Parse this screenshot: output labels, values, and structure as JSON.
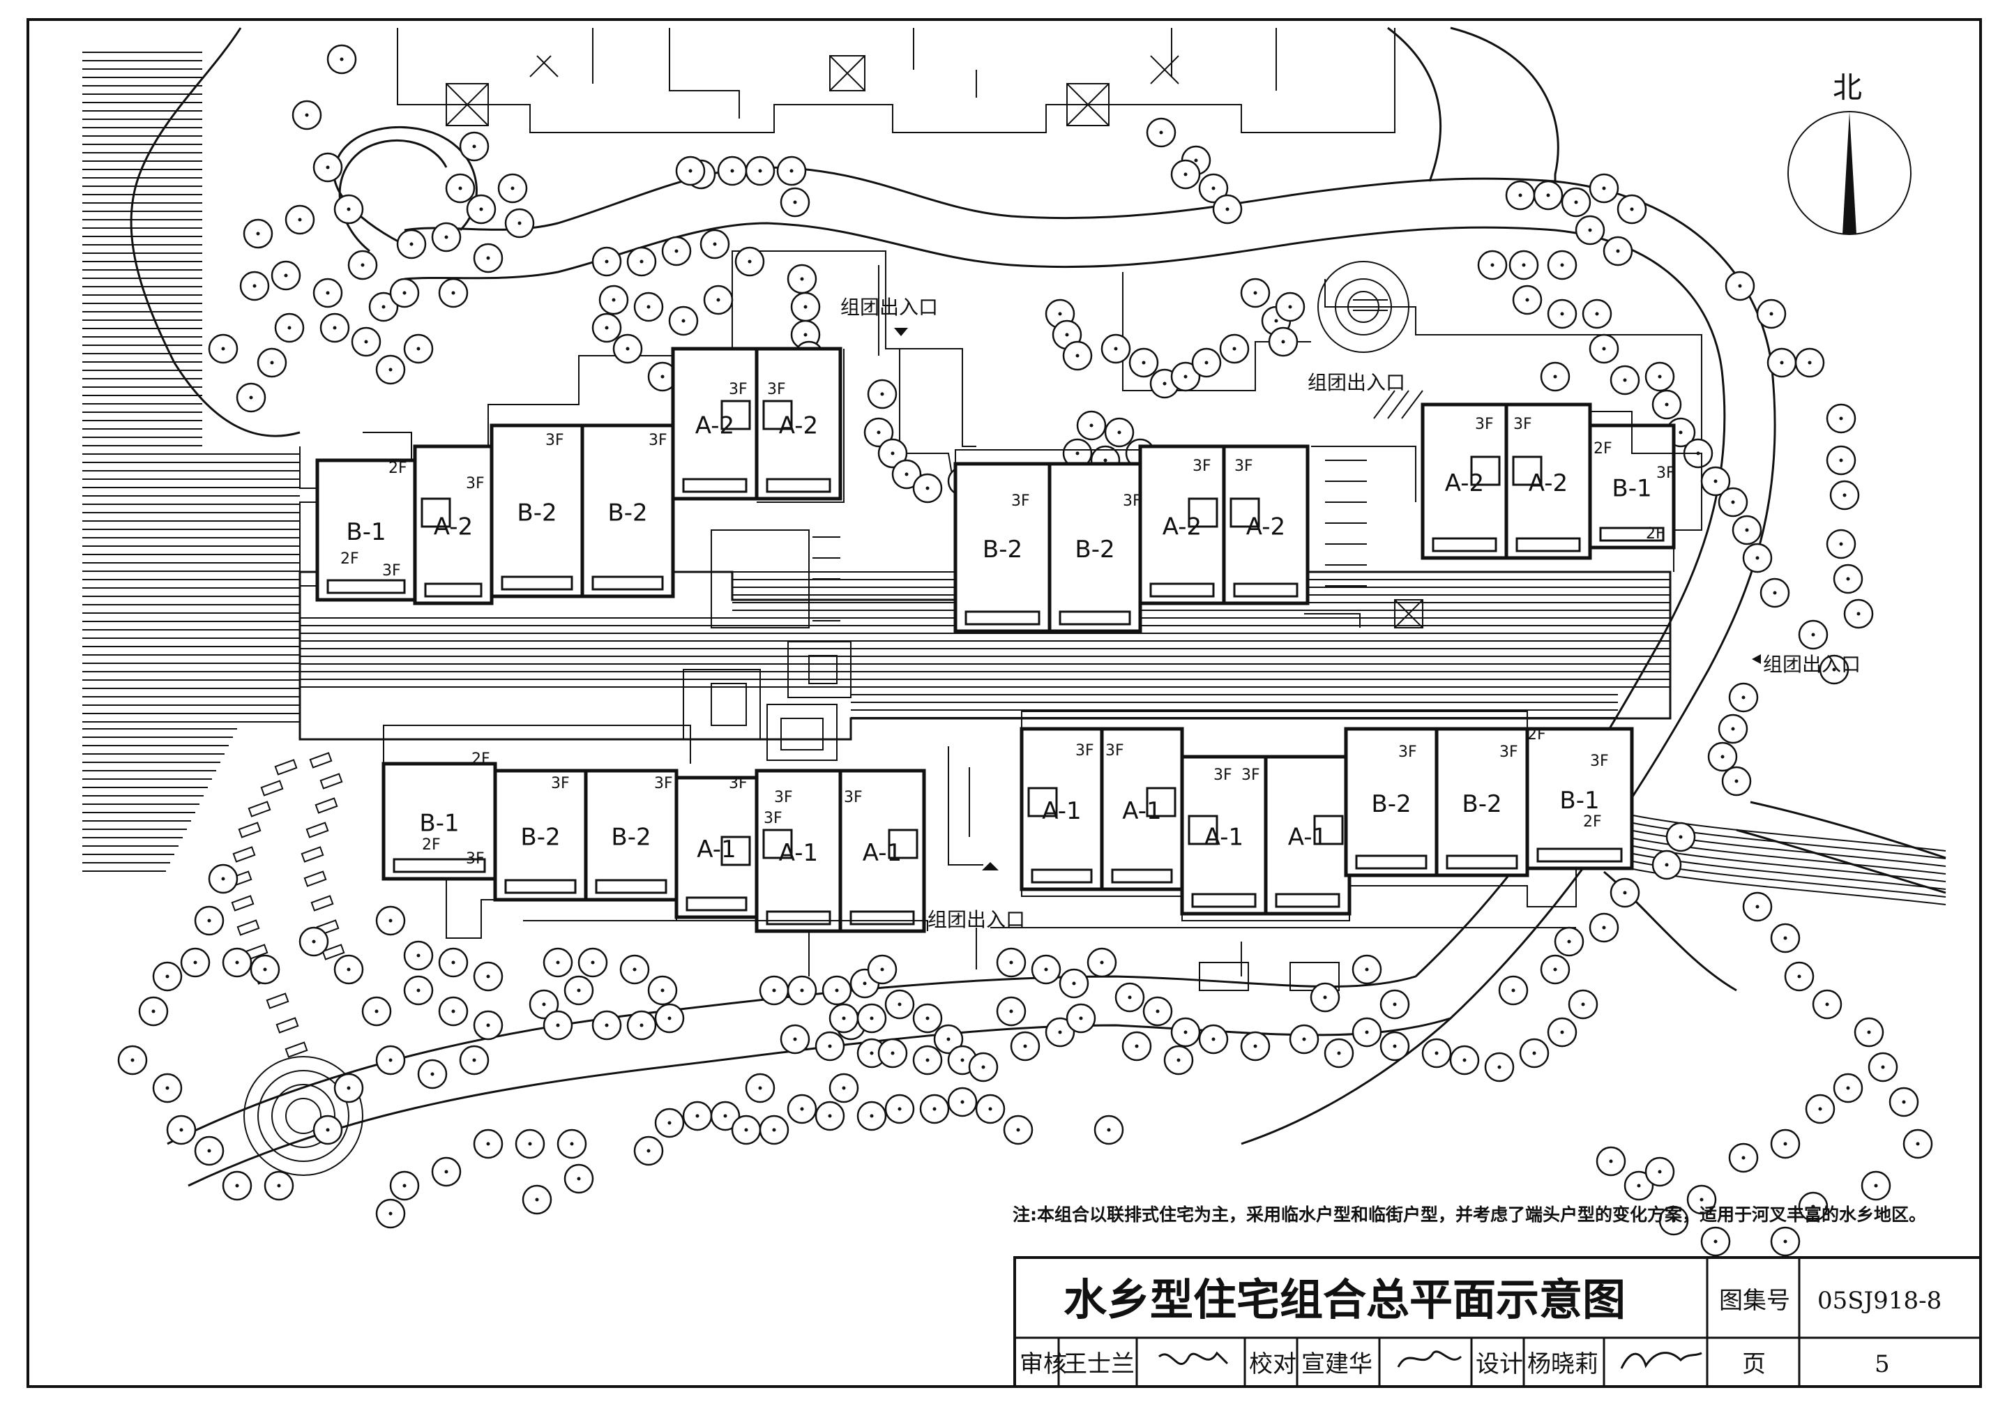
{
  "drawing": {
    "north_label": "北",
    "entrance_label": "组团出入口",
    "note": "注:本组合以联排式住宅为主，采用临水户型和临街户型，并考虑了端头户型的变化方案，适用于河叉丰富的水乡地区。",
    "buildings": [
      {
        "unit": "B-1"
      },
      {
        "unit": "A-2"
      },
      {
        "unit": "B-2"
      },
      {
        "unit": "B-2"
      },
      {
        "unit": "A-2"
      },
      {
        "unit": "A-2"
      },
      {
        "unit": "B-2"
      },
      {
        "unit": "B-2"
      },
      {
        "unit": "A-2"
      },
      {
        "unit": "A-2"
      },
      {
        "unit": "A-2"
      },
      {
        "unit": "A-2"
      },
      {
        "unit": "B-1"
      },
      {
        "unit": "B-1"
      },
      {
        "unit": "B-2"
      },
      {
        "unit": "B-2"
      },
      {
        "unit": "A-1"
      },
      {
        "unit": "A-1"
      },
      {
        "unit": "A-1"
      },
      {
        "unit": "A-1"
      },
      {
        "unit": "A-1"
      },
      {
        "unit": "A-1"
      },
      {
        "unit": "A-1"
      },
      {
        "unit": "B-2"
      },
      {
        "unit": "B-2"
      },
      {
        "unit": "B-1"
      }
    ],
    "floor_labels": [
      "2F",
      "3F"
    ]
  },
  "title_block": {
    "title": "水乡型住宅组合总平面示意图",
    "atlas_label": "图集号",
    "atlas_no": "05SJ918-8",
    "review_label": "审核",
    "reviewer": "王士兰",
    "check_label": "校对",
    "checker": "宣建华",
    "design_label": "设计",
    "designer": "杨晓莉",
    "page_label": "页",
    "page_no": "5"
  }
}
